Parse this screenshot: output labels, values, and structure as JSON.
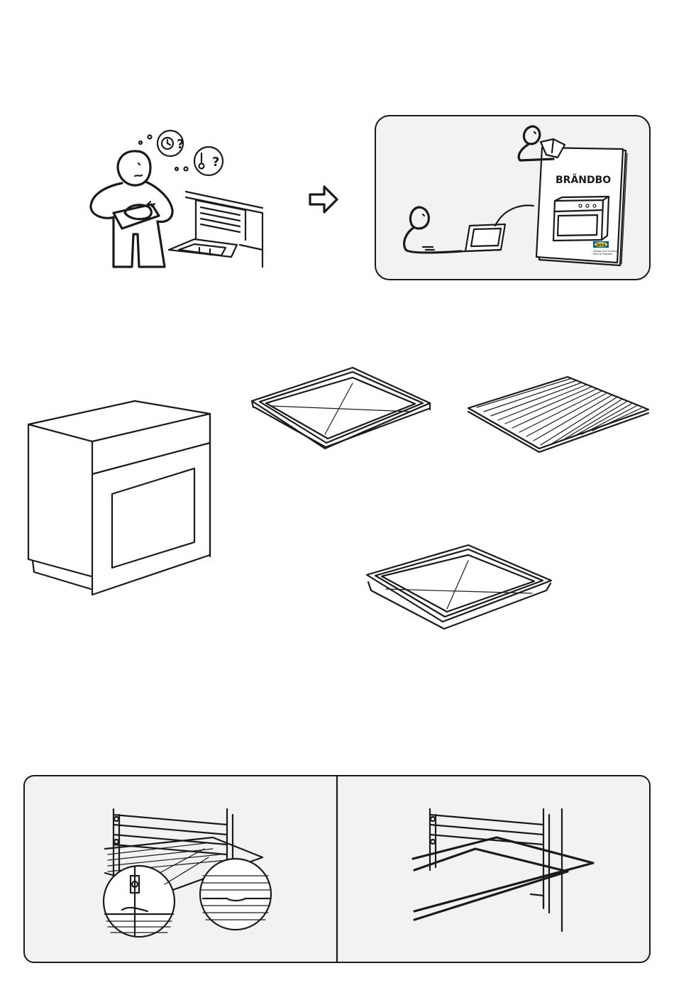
{
  "manual": {
    "product_name": "BRÄNDBO",
    "brand_logo": "IKEA",
    "booklet_small_text_1": "Design and Quality",
    "booklet_small_text_2": "IKEA of Sweden",
    "arrow_icon": "arrow-right-outline-icon",
    "colors": {
      "line": "#1a1a1a",
      "panel_fill": "#f2f2f2",
      "logo_blue": "#0058a3",
      "logo_yellow": "#ffdb00"
    }
  }
}
